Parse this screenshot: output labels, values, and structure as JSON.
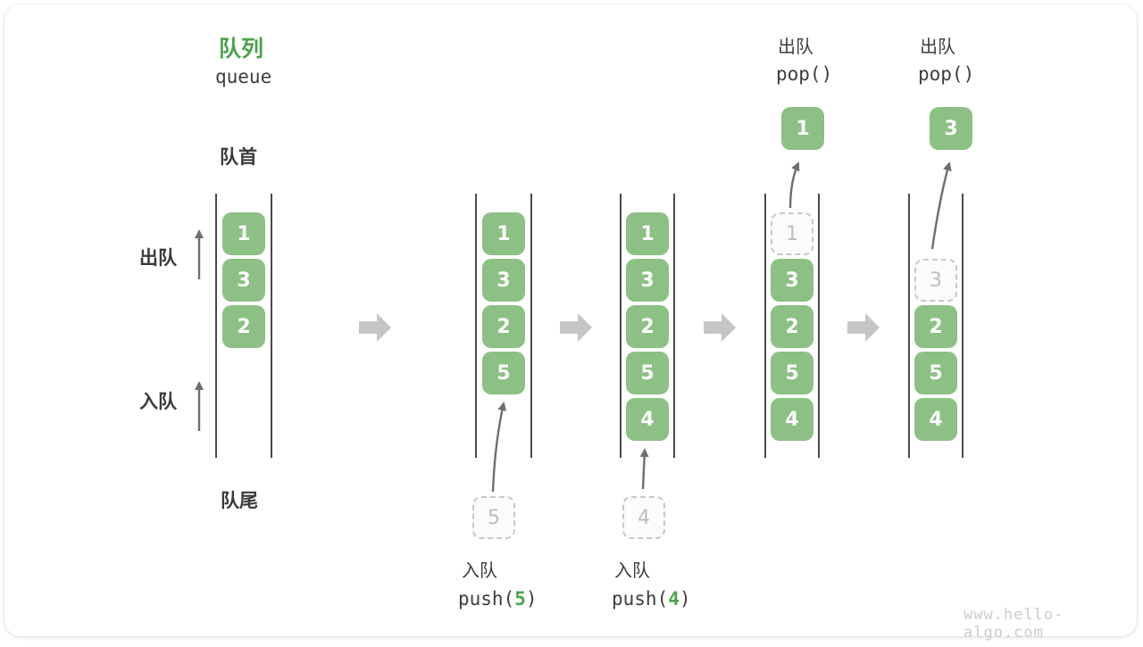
{
  "header": {
    "title_zh": "队列",
    "title_en": "queue"
  },
  "side_labels": {
    "front": "队首",
    "rear": "队尾",
    "dequeue": "出队",
    "enqueue": "入队"
  },
  "states": [
    {
      "boxes": [
        "1",
        "3",
        "2"
      ]
    },
    {
      "boxes": [
        "1",
        "3",
        "2",
        "5"
      ]
    },
    {
      "boxes": [
        "1",
        "3",
        "2",
        "5",
        "4"
      ]
    },
    {
      "dashed": "1",
      "boxes": [
        "3",
        "2",
        "5",
        "4"
      ]
    },
    {
      "dashed": "3",
      "boxes": [
        "2",
        "5",
        "4"
      ]
    }
  ],
  "operations": {
    "push_5": {
      "label": "入队",
      "fn": "push(",
      "arg": "5",
      "close": ")",
      "ghost": "5"
    },
    "push_4": {
      "label": "入队",
      "fn": "push(",
      "arg": "4",
      "close": ")",
      "ghost": "4"
    },
    "pop_1": {
      "label": "出队",
      "code": "pop()",
      "popped": "1"
    },
    "pop_2": {
      "label": "出队",
      "code": "pop()",
      "popped": "3"
    }
  },
  "watermark": "www.hello-algo.com",
  "colors": {
    "box_green": "#8CC084",
    "text_green": "#4CA24C",
    "queue_line": "#4A4A4A",
    "thin_arrow": "#6E6E6E",
    "block_arrow": "#C5C5C5",
    "ghost_border": "#C8C8C8",
    "ghost_text": "#BDBDBD",
    "label_dark": "#3A3A3A",
    "watermark": "#CBCBCB"
  }
}
